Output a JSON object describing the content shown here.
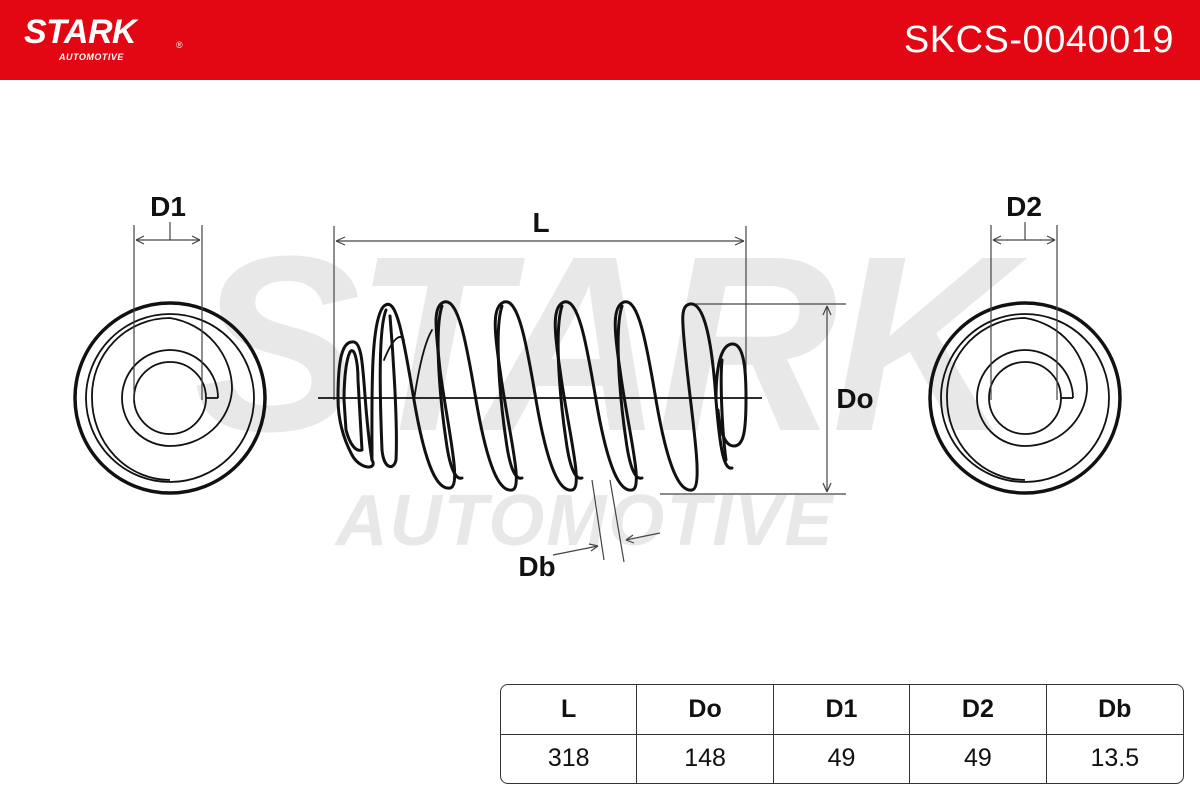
{
  "header": {
    "brand": "STARK",
    "brand_sub": "AUTOMOTIVE",
    "registered": "®",
    "part_number": "SKCS-0040019",
    "bg_color": "#e30613"
  },
  "watermark": {
    "line1": "STARK",
    "line2": "AUTOMOTIVE"
  },
  "diagram_labels": {
    "d1": "D1",
    "d2": "D2",
    "length": "L",
    "outer_diameter": "Do",
    "wire_diameter": "Db"
  },
  "specs": {
    "headers": [
      "L",
      "Do",
      "D1",
      "D2",
      "Db"
    ],
    "values": [
      "318",
      "148",
      "49",
      "49",
      "13.5"
    ]
  }
}
